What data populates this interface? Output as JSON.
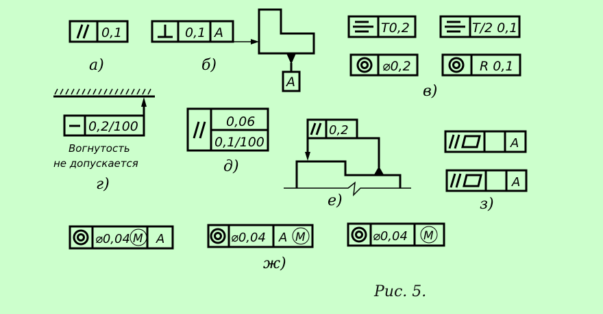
{
  "background": "#ccffcc",
  "figure_caption": "Рис. 5.",
  "a": {
    "label": "а)",
    "symbol": "parallelism-icon",
    "value": "0,1"
  },
  "b": {
    "label": "б)",
    "symbol": "perpendicularity-icon",
    "value": "0,1",
    "datum": "A",
    "datum_box": "A"
  },
  "v": {
    "label": "в)",
    "frames": [
      {
        "symbol": "symmetry-icon",
        "value": "T0,2"
      },
      {
        "symbol": "symmetry-icon",
        "value": "T/2 0,1"
      },
      {
        "symbol": "concentricity-icon",
        "value": "⌀0,2"
      },
      {
        "symbol": "concentricity-icon",
        "value": "R 0,1"
      }
    ]
  },
  "g": {
    "label": "г)",
    "symbol": "straightness-icon",
    "value": "0,2/100",
    "note_line1": "Вогнутость",
    "note_line2": "не допускается"
  },
  "d": {
    "label": "д)",
    "symbol": "parallelism-icon",
    "value_top": "0,06",
    "value_bottom": "0,1/100"
  },
  "e": {
    "label": "е)",
    "symbol": "parallelism-icon",
    "value": "0,2"
  },
  "z": {
    "label": "з)",
    "frames": [
      {
        "symbol": "parallelism-flatness-icon",
        "value": "",
        "datum": "A"
      },
      {
        "symbol": "parallelism-flatness-icon",
        "value": "",
        "datum": "A"
      }
    ]
  },
  "zh": {
    "label": "ж)",
    "frames": [
      {
        "symbol": "concentricity-icon",
        "value": "⌀0,04",
        "modifier": "M",
        "datum": "A"
      },
      {
        "symbol": "concentricity-icon",
        "value": "⌀0,04",
        "datum": "A",
        "modifier": "M"
      },
      {
        "symbol": "concentricity-icon",
        "value": "⌀0,04",
        "modifier": "M"
      }
    ]
  }
}
